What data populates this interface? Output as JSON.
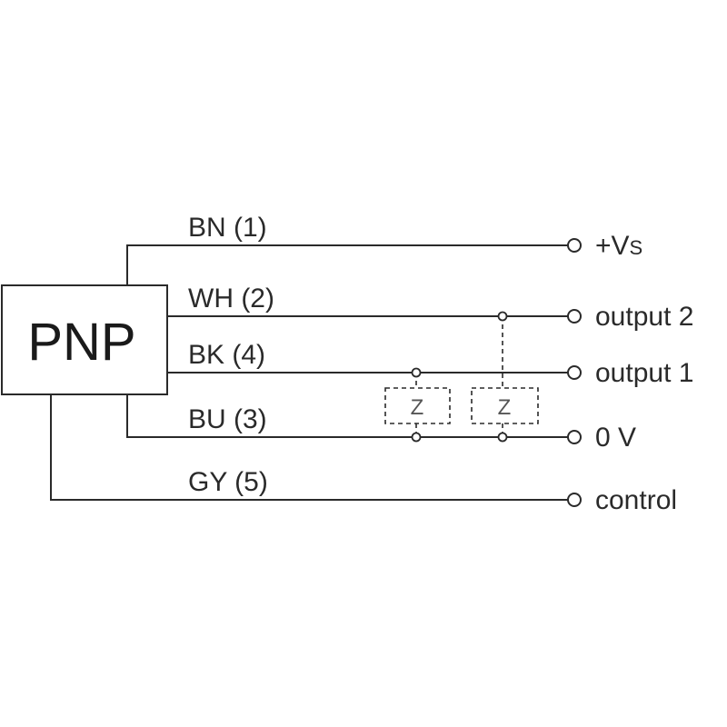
{
  "device": {
    "label": "PNP"
  },
  "wires": [
    {
      "id": "bn",
      "label": "BN (1)",
      "terminal": "+V",
      "terminal_sub": "S"
    },
    {
      "id": "wh",
      "label": "WH (2)",
      "terminal": "output 2"
    },
    {
      "id": "bk",
      "label": "BK (4)",
      "terminal": "output 1"
    },
    {
      "id": "bu",
      "label": "BU (3)",
      "terminal": "0 V"
    },
    {
      "id": "gy",
      "label": "GY (5)",
      "terminal": "control"
    }
  ],
  "loads": [
    {
      "label": "Z"
    },
    {
      "label": "Z"
    }
  ],
  "colors": {
    "line": "#2a2a2a",
    "background": "#ffffff"
  }
}
